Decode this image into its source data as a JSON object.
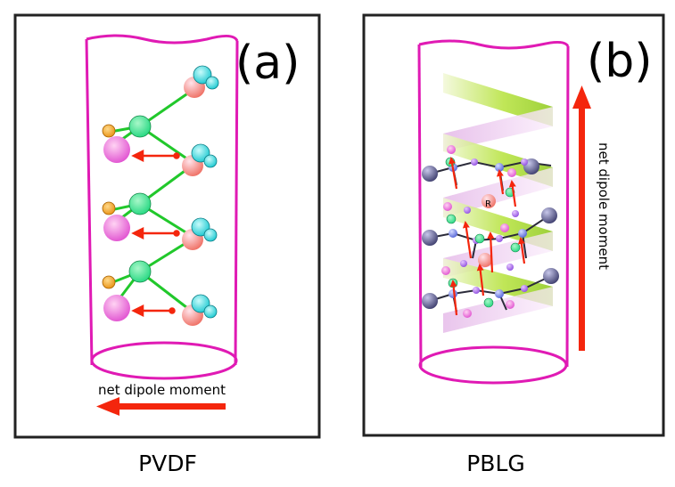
{
  "panels": [
    {
      "label": "(a)",
      "caption": "PVDF",
      "dipole_label": "net dipole moment"
    },
    {
      "label": "(b)",
      "caption": "PBLG",
      "dipole_label": "net dipole moment",
      "residue_label": "R"
    }
  ],
  "colors": {
    "frame": "#222222",
    "tube": "#e01ab4",
    "arrow": "#f4260d",
    "carbon": "#21d77f",
    "fluorine": "#20d4d4",
    "hydrogen": "#ff7aa8",
    "orange_atom": "#f0a018",
    "bond": "#21c82b",
    "helix_ribbon": "#a6d820",
    "helix_ribbon_back": "#e3b7e8",
    "backbone_atom": "#5a5a8a"
  }
}
